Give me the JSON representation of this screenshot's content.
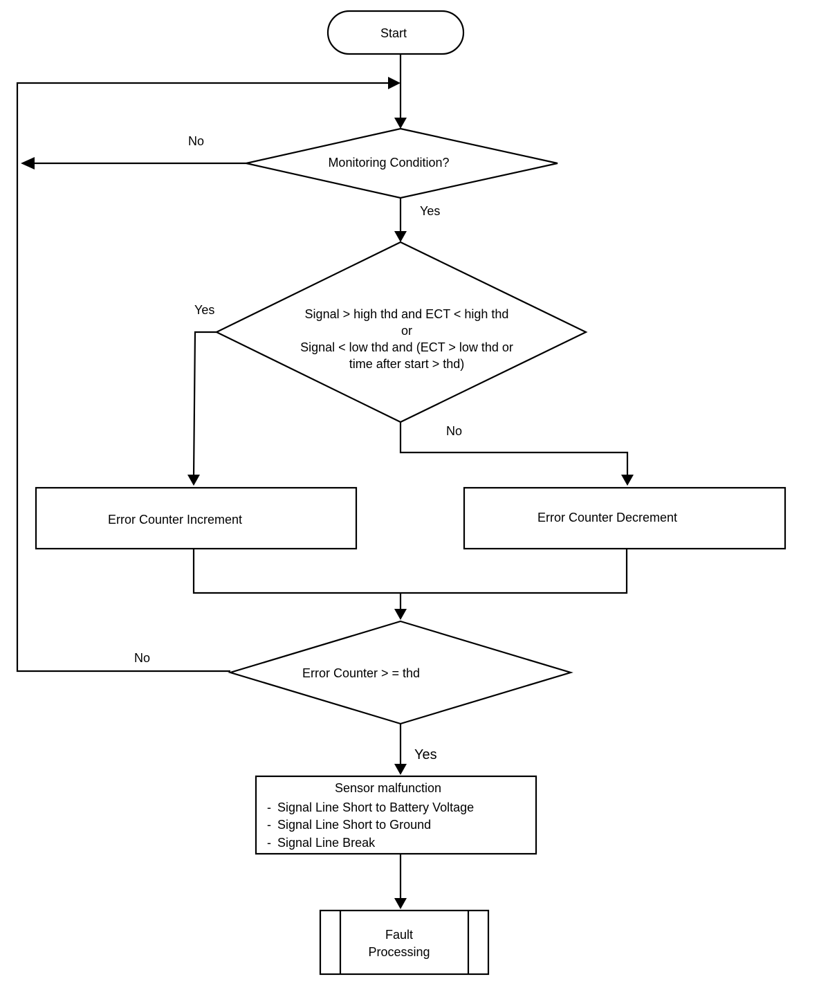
{
  "nodes": {
    "start": "Start",
    "monitoring_condition": "Monitoring Condition?",
    "signal_check": {
      "line1": "Signal > high thd and ECT < high thd",
      "line2": "or",
      "line3": "Signal < low thd and (ECT > low thd or",
      "line4": "time after start > thd)"
    },
    "increment": "Error Counter Increment",
    "decrement": "Error Counter Decrement",
    "counter_check": "Error Counter > = thd",
    "malfunction": {
      "title": "Sensor malfunction",
      "items": [
        "Signal Line Short to Battery Voltage",
        "Signal Line Short to Ground",
        "Signal Line Break"
      ]
    },
    "fault": {
      "line1": "Fault",
      "line2": "Processing"
    }
  },
  "edges": {
    "monitoring_no": "No",
    "monitoring_yes": "Yes",
    "signal_yes": "Yes",
    "signal_no": "No",
    "counter_no": "No",
    "counter_yes": "Yes"
  },
  "colors": {
    "stroke": "#000000",
    "background": "#ffffff"
  }
}
